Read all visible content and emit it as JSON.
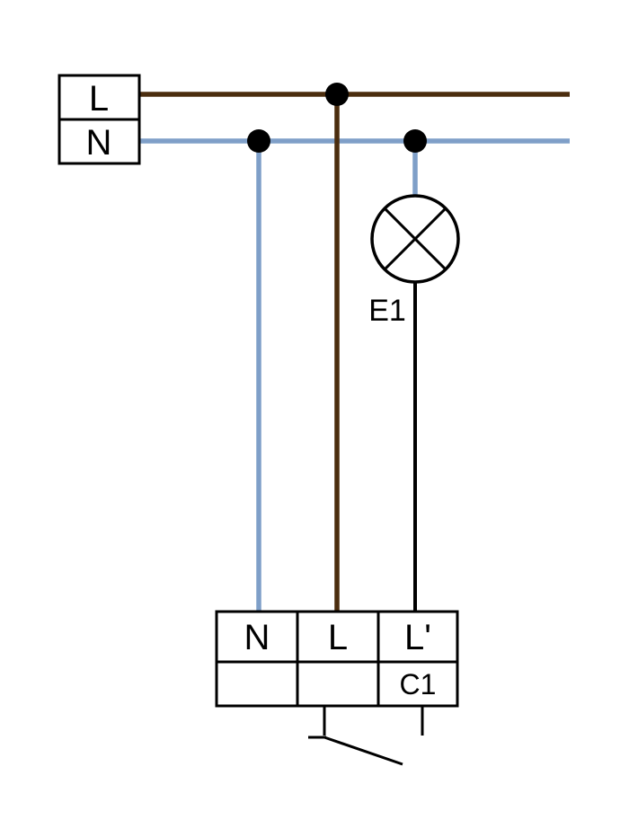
{
  "colors": {
    "wire_live_brown": "#4b2d0e",
    "wire_neutral_blue": "#7f9fc8",
    "wire_lamp_black": "#000000"
  },
  "supply": {
    "live_label": "L",
    "neutral_label": "N"
  },
  "lamp": {
    "label": "E1",
    "symbol": "lamp-circle-with-cross"
  },
  "terminal_block": {
    "terminals": [
      {
        "label": "N"
      },
      {
        "label": "L"
      },
      {
        "label": "L'"
      }
    ],
    "contact_label": "C1"
  },
  "switch": {
    "symbol": "normally-open-switch-contact"
  }
}
